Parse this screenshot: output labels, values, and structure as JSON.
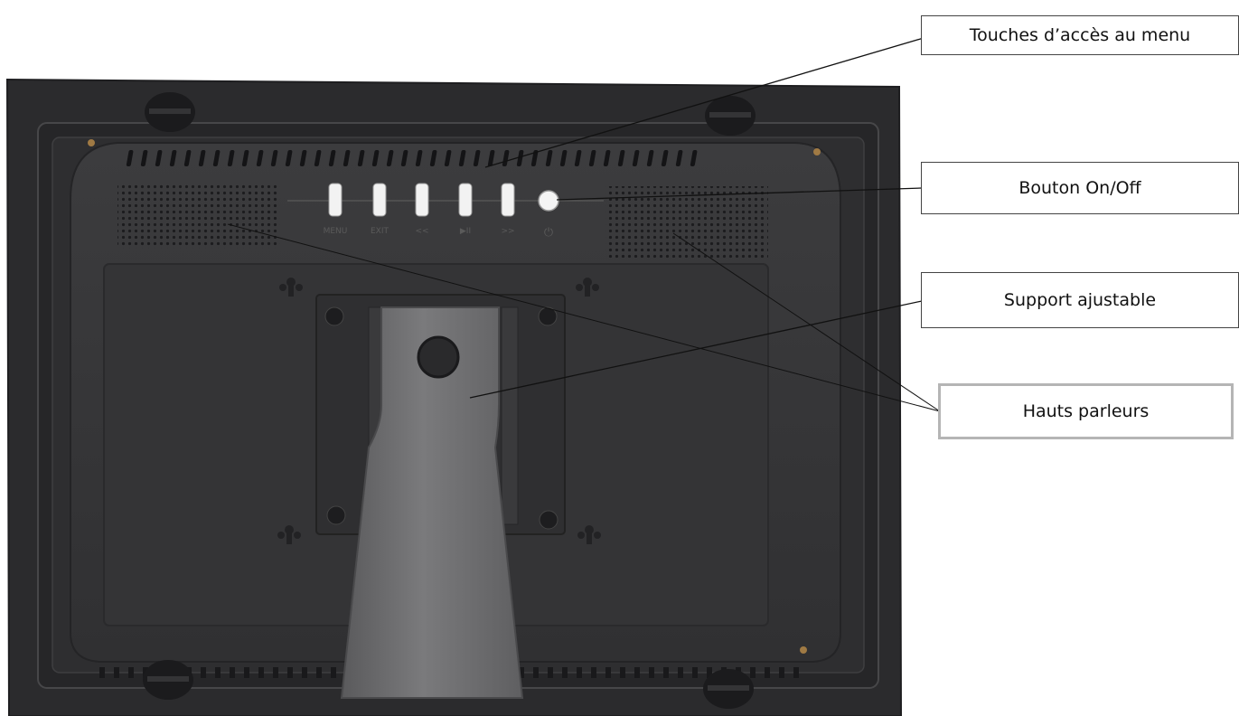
{
  "callouts": {
    "menu_keys": "Touches d’accès au menu",
    "power_button": "Bouton On/Off",
    "stand": "Support ajustable",
    "speakers": "Hauts parleurs"
  },
  "buttons": {
    "menu": "MENU",
    "exit": "EXIT",
    "rewind": "<<",
    "play_pause": "▶II",
    "forward": ">>",
    "power": "⏻"
  },
  "colors": {
    "frame": "#2c2c2e",
    "back_panel": "#353537",
    "stand": "#6c6c6e",
    "button_light": "#f2f2f2"
  }
}
